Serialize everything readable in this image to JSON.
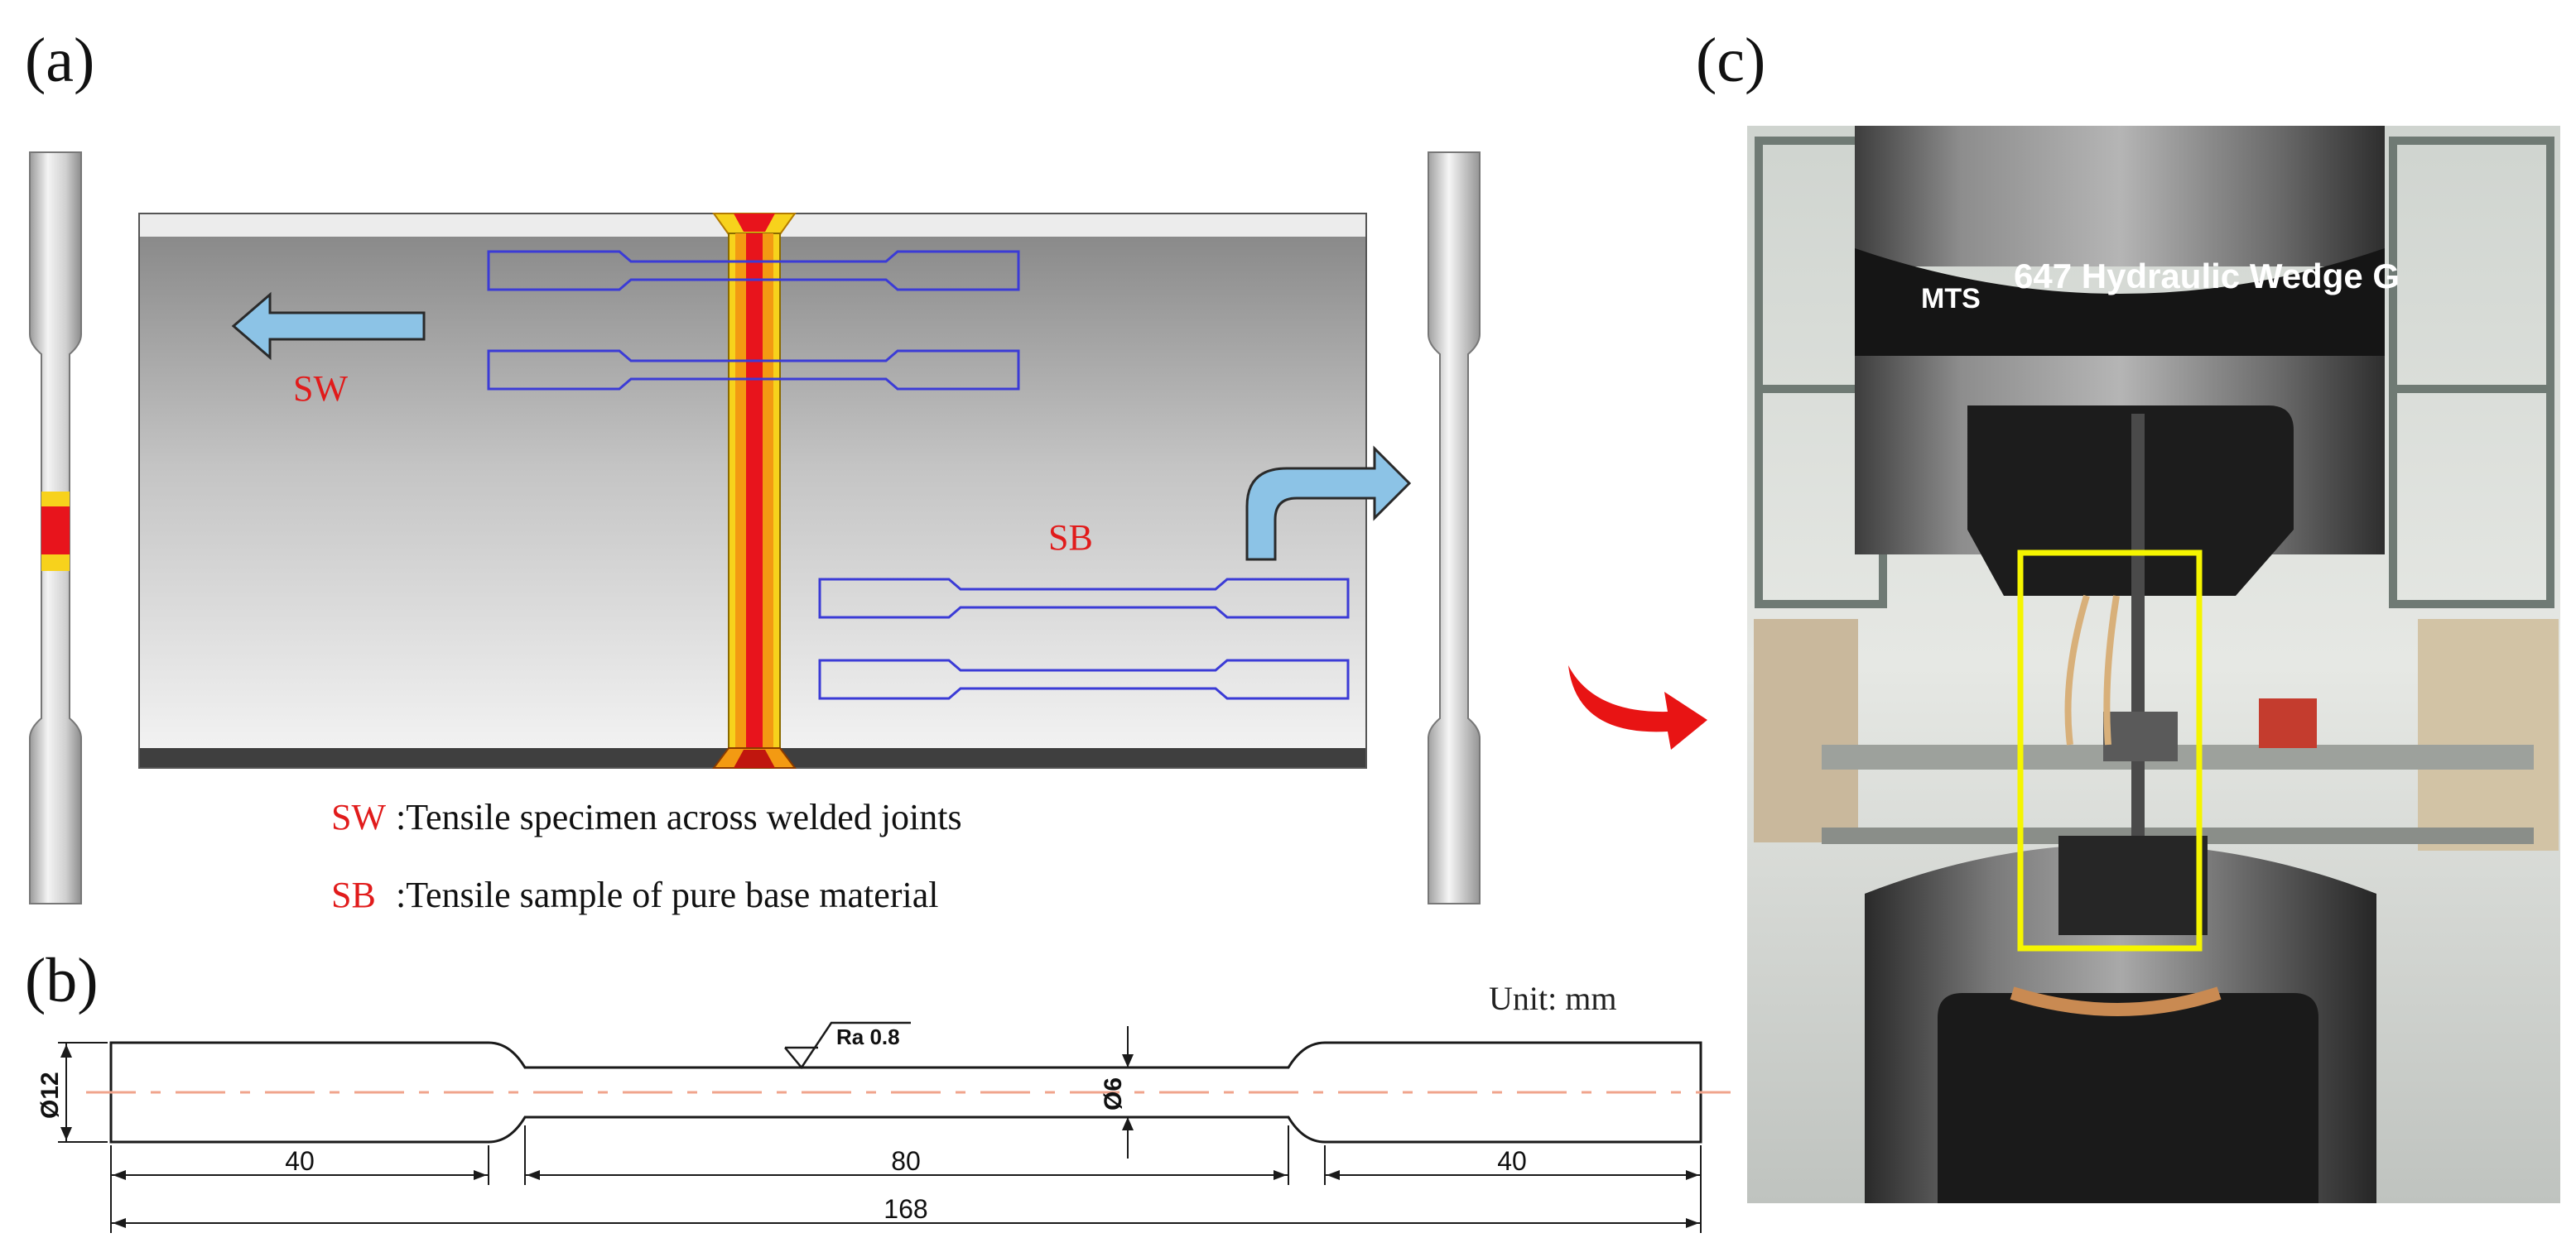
{
  "panels": {
    "a": {
      "label": "(a)",
      "sw_tag": "SW",
      "sb_tag": "SB",
      "legend": [
        {
          "abbr": "SW",
          "text": ":Tensile specimen across welded joints"
        },
        {
          "abbr": "SB",
          "text": ":Tensile sample of pure base material"
        }
      ]
    },
    "b": {
      "label": "(b)",
      "unit": "Unit: mm",
      "roughness": "Ra 0.8",
      "diameter_large": "Ø12",
      "diameter_small": "Ø6",
      "dim_left": "40",
      "dim_mid": "80",
      "dim_right": "40",
      "dim_total": "168"
    },
    "c": {
      "label": "(c)",
      "machine_text": "647 Hydraulic Wedge G",
      "brand": "MTS"
    }
  },
  "colors": {
    "weld_red": "#e8141c",
    "weld_orange": "#f39a12",
    "weld_yellow": "#f7d21c",
    "specimen_outline": "#3b3bd6",
    "arrow_blue": "#8cc3e6",
    "label_red": "#e11b1b",
    "highlight_yellow": "#f5f500"
  }
}
